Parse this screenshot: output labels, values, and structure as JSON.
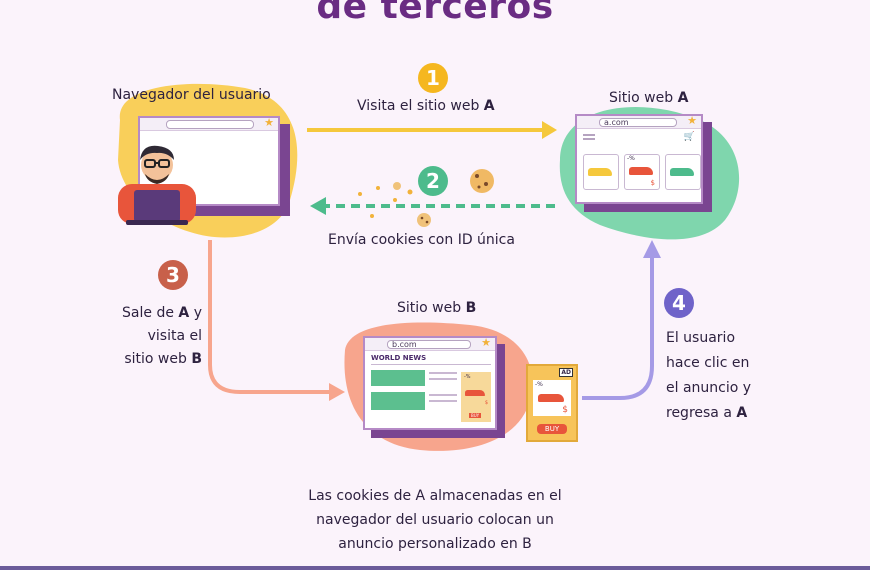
{
  "title": "de terceros",
  "labels": {
    "user_browser": "Navegador del usuario",
    "site_a_prefix": "Sitio web ",
    "site_a_letter": "A",
    "site_b_prefix": "Sitio web ",
    "site_b_letter": "B"
  },
  "steps": [
    {
      "number": "1",
      "prefix": "Visita el sitio web ",
      "bold": "A",
      "color": "#f5b71f"
    },
    {
      "number": "2",
      "text": "Envía cookies con ID única",
      "color": "#4dbb8c"
    },
    {
      "number": "3",
      "lines": [
        "Sale de ",
        "A",
        " y",
        "visita el",
        "sitio web ",
        "B"
      ],
      "color": "#c8604a"
    },
    {
      "number": "4",
      "lines": [
        "El usuario",
        "hace clic en",
        "el anuncio y",
        "regresa a ",
        "A"
      ],
      "color": "#6f63c9"
    }
  ],
  "browser_a": {
    "url": "a.com"
  },
  "browser_b": {
    "url": "b.com",
    "header": "WORLD NEWS"
  },
  "ad": {
    "badge": "AD",
    "discount": "-%",
    "price": "$",
    "cta": "BUY"
  },
  "small_ad": {
    "discount": "-%",
    "price": "$",
    "cta": "BUY"
  },
  "product_tags": {
    "discount": "-%",
    "price": "$"
  },
  "caption": [
    "Las cookies de A almacenadas en el",
    "navegador del usuario colocan un",
    "anuncio personalizado en B"
  ]
}
